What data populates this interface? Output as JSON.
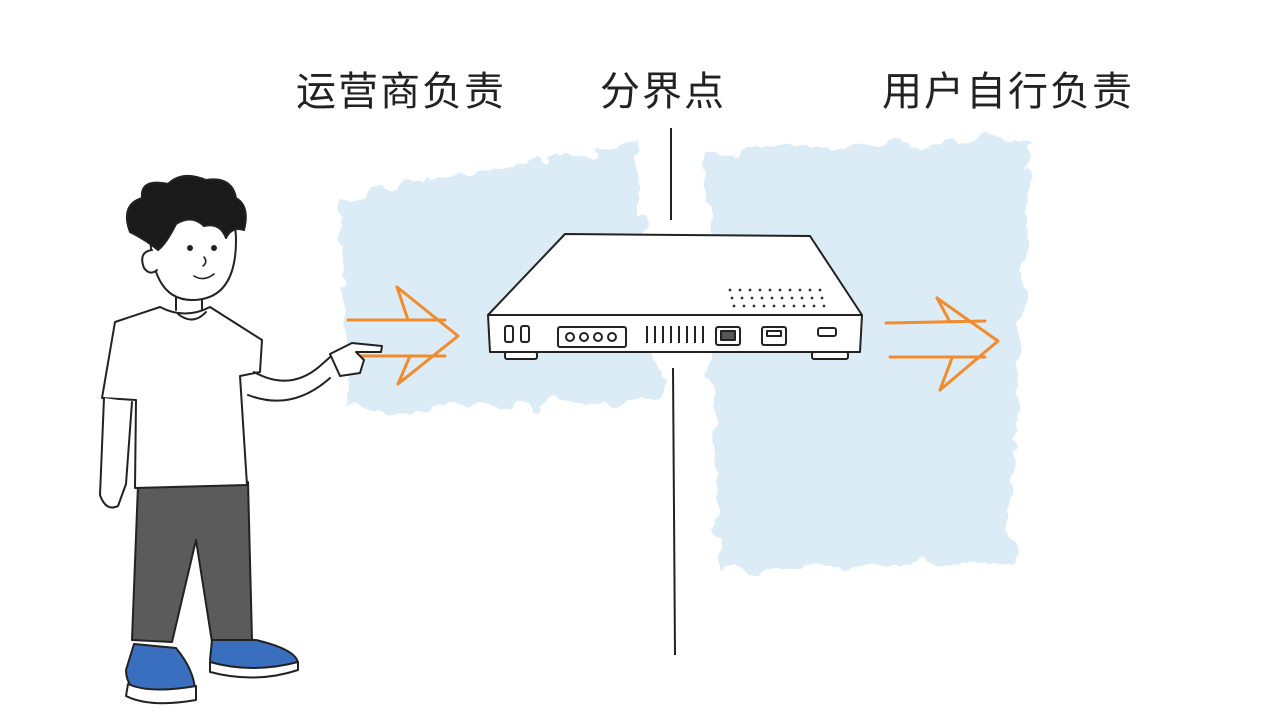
{
  "labels": {
    "operator": "运营商负责",
    "demarcation": "分界点",
    "user": "用户自行负责"
  },
  "colors": {
    "wash": "#cfe6f5",
    "arrow": "#f28b2c",
    "ink": "#222222",
    "shoe": "#3a6fc0",
    "pants": "#5b5b5b",
    "hair": "#1a1a1a"
  }
}
